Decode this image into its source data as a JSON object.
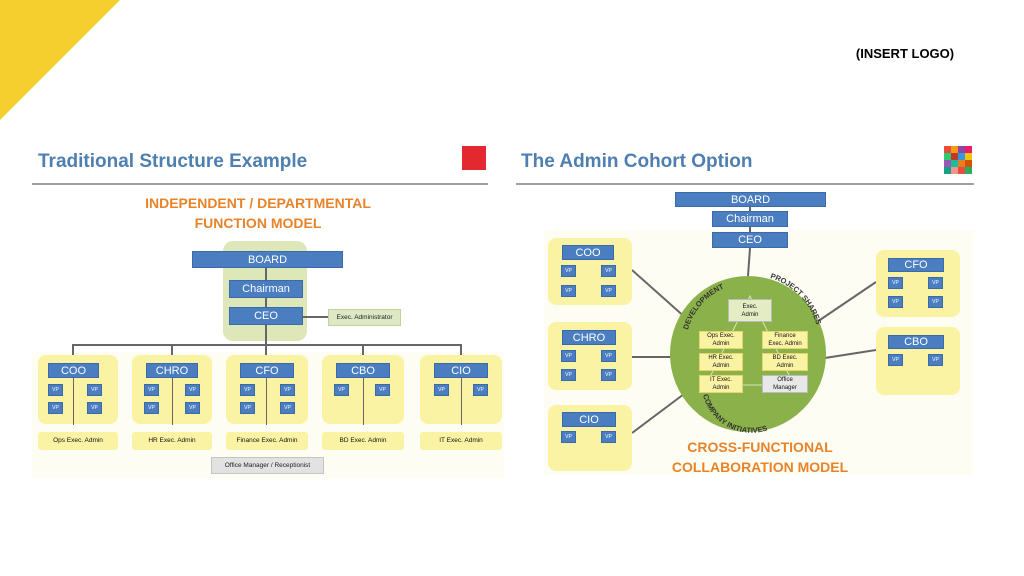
{
  "logo_placeholder": "(INSERT LOGO)",
  "colors": {
    "accent": "#f5cf2e",
    "title": "#4e7fb0",
    "orange": "#e8832a",
    "blue": "#4a7ec0",
    "yellow": "#fbf3a4",
    "green": "#8bb24a"
  },
  "left": {
    "title": "Traditional Structure Example",
    "subtitle_line1": "INDEPENDENT / DEPARTMENTAL",
    "subtitle_line2": "FUNCTION MODEL",
    "board": "BOARD",
    "chairman": "Chairman",
    "ceo": "CEO",
    "exec_administrator": "Exec. Administrator",
    "vp": "VP",
    "departments": [
      {
        "name": "COO",
        "admin": "Ops Exec. Admin"
      },
      {
        "name": "CHRO",
        "admin": "HR Exec. Admin"
      },
      {
        "name": "CFO",
        "admin": "Finance Exec. Admin"
      },
      {
        "name": "CBO",
        "admin": "BD Exec. Admin"
      },
      {
        "name": "CIO",
        "admin": "IT Exec. Admin"
      }
    ],
    "office_manager": "Office Manager / Receptionist"
  },
  "right": {
    "title": "The Admin Cohort Option",
    "board": "BOARD",
    "chairman": "Chairman",
    "ceo": "CEO",
    "vp": "VP",
    "executives": {
      "coo": "COO",
      "chro": "CHRO",
      "cio": "CIO",
      "cfo": "CFO",
      "cbo": "CBO"
    },
    "circle": {
      "exec_admin_l1": "Exec.",
      "exec_admin_l2": "Admin",
      "ops_l1": "Ops Exec.",
      "ops_l2": "Admin",
      "hr_l1": "HR Exec.",
      "hr_l2": "Admin",
      "it_l1": "IT Exec.",
      "it_l2": "Admin",
      "finance_l1": "Finance",
      "finance_l2": "Exec. Admin",
      "bd_l1": "BD Exec.",
      "bd_l2": "Admin",
      "office_l1": "Office",
      "office_l2": "Manager",
      "arc_development": "DEVELOPMENT",
      "arc_project": "PROJECT SHARES",
      "arc_company": "COMPANY INITIATIVES"
    },
    "subtitle_line1": "CROSS-FUNCTIONAL",
    "subtitle_line2": "COLLABORATION MODEL"
  }
}
